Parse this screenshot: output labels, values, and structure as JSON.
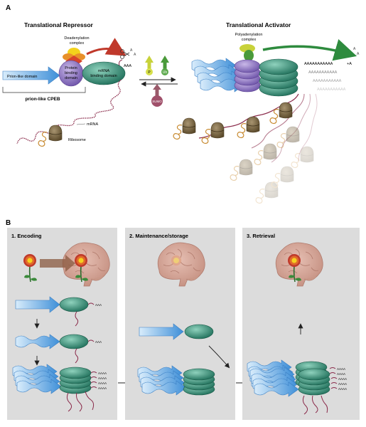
{
  "panel_a": {
    "letter": "A",
    "repressor_title": "Translational Repressor",
    "activator_title": "Translational Activator",
    "deadenylation": [
      "Deadenylation",
      "complex"
    ],
    "polyadenylation": [
      "Polyadenylation",
      "complex"
    ],
    "prion_domain": "Prion-like domain",
    "protein_binding": [
      "Protein",
      "binding",
      "domain"
    ],
    "mrna_binding": [
      "mRNA",
      "binding domain"
    ],
    "cpeb": "prion-like CPEB",
    "aaa": "AAA",
    "mrna": "mRNA",
    "ribosome": "Ribosome",
    "p": "P",
    "ub": "Ub",
    "sumo": "SUMO",
    "poly_a": "AAAAAAAAAAA",
    "plus_a": "+A",
    "cut_a": [
      "A",
      "A"
    ]
  },
  "panel_b": {
    "letter": "B",
    "stage1": "1. Encoding",
    "stage2": "2. Maintenance/storage",
    "stage3": "3. Retrieval",
    "aaa": "AAA",
    "aaaa": "AAAA"
  },
  "colors": {
    "panel_bg": "#dcdcdc",
    "oligomer_teal": "#2e8a72",
    "prion_purple": "#9479c2",
    "prion_blue": "#6aaee6",
    "rna": "#8a2a4a",
    "brain": "#d7a79a",
    "deadenylation_red": "#c0392b",
    "polyadenylation_green": "#2e8b3e"
  }
}
